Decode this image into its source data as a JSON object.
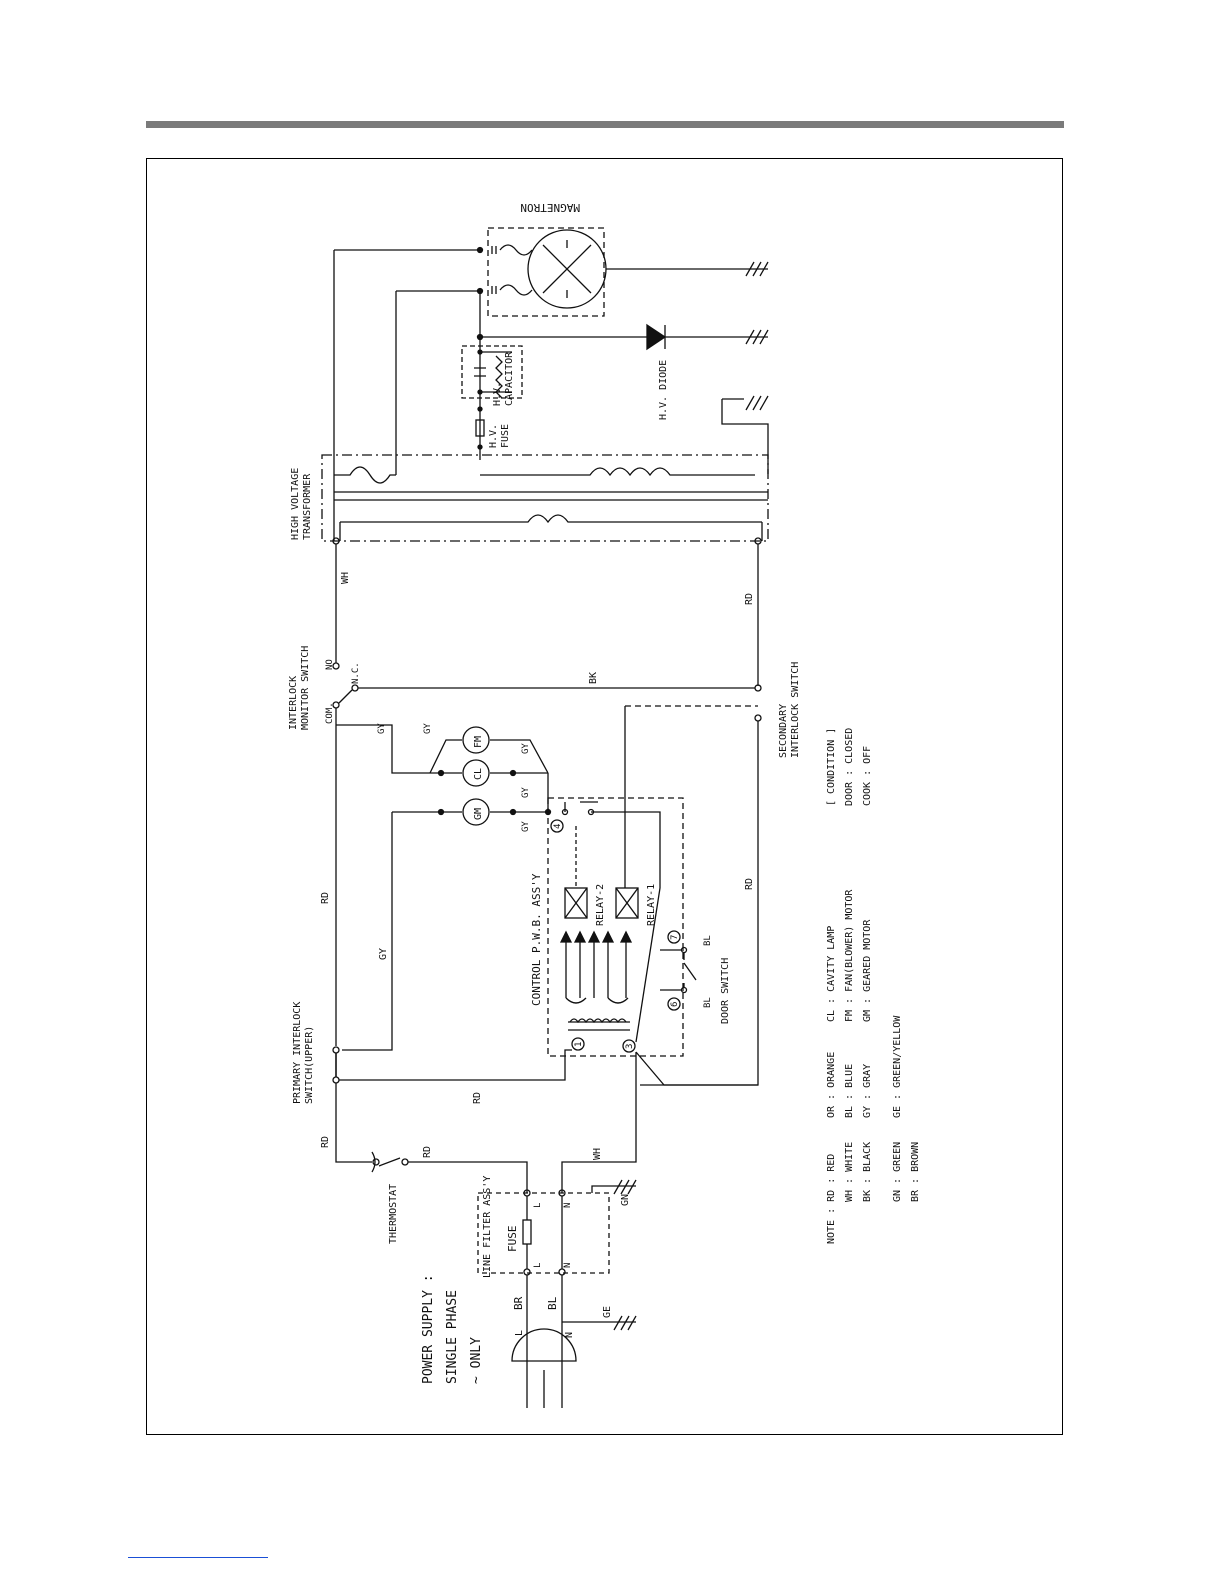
{
  "labels": {
    "magnetron": "MAGNETRON",
    "hv_capacitor": [
      "H.V.",
      "CAPACITOR"
    ],
    "hv_fuse": [
      "H.V.",
      "FUSE"
    ],
    "hv_diode": "H.V. DIODE",
    "hv_transformer": [
      "HIGH VOLTAGE",
      "TRANSFORMER"
    ],
    "interlock_monitor": [
      "INTERLOCK",
      "MONITOR SWITCH"
    ],
    "secondary_interlock": [
      "SECONDARY",
      "INTERLOCK SWITCH"
    ],
    "primary_interlock": [
      "PRIMARY INTERLOCK",
      "SWITCH(UPPER)"
    ],
    "thermostat": "THERMOSTAT",
    "line_filter": "LINE FILTER ASS'Y",
    "fuse": "FUSE",
    "control_pwb": "CONTROL P.W.B. ASS'Y",
    "relay_1": "RELAY-1",
    "relay_2": "RELAY-2",
    "door_switch": "DOOR SWITCH",
    "power_supply": [
      "POWER SUPPLY :",
      "SINGLE PHASE",
      "~ ONLY"
    ],
    "switch_no": "NO",
    "switch_nc": "N.C.",
    "switch_com": "COM.",
    "pin_l": "L",
    "pin_n": "N",
    "pins": [
      "4",
      "1",
      "3",
      "6",
      "7"
    ],
    "components": [
      "FM",
      "CL",
      "GM"
    ]
  },
  "wires": {
    "wh": "WH",
    "rd": "RD",
    "bk": "BK",
    "gy": "GY",
    "bl": "BL",
    "br": "BR",
    "gn": "GN",
    "ge": "GE"
  },
  "condition": [
    "[ CONDITION ]",
    "DOOR  :  CLOSED",
    "COOK  :  OFF"
  ],
  "components_legend": [
    "CL  :  CAVITY LAMP",
    "FM  :  FAN(BLOWER) MOTOR",
    "GM  :  GEARED MOTOR"
  ],
  "color_legend_1": [
    "OR  :  ORANGE",
    "BL  :  BLUE",
    "GY  :  GRAY",
    "GE  :  GREEN/YELLOW"
  ],
  "color_legend_2": [
    "NOTE : RD  :  RED",
    "WH  :  WHITE",
    "BK  :  BLACK",
    "GN  :  GREEN",
    "BR  :  BROWN"
  ]
}
